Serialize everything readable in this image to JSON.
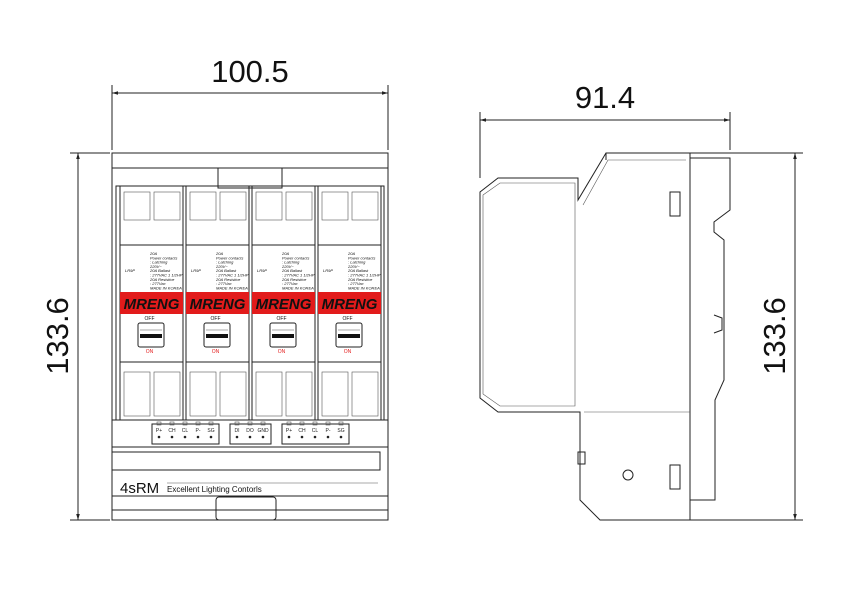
{
  "dimensions": {
    "front_width": "100.5",
    "side_depth": "91.4",
    "front_height": "133.6",
    "side_height": "133.6"
  },
  "relay": {
    "model": "LR9P",
    "brand": "MRENG",
    "spec_lines": [
      "20A",
      "Power contacts",
      ": Latching",
      "220V~",
      "20A Ballast",
      ": 277VAC 1 1/2HP",
      "20A Resistive",
      ": 277Vac",
      "MADE IN KOREA"
    ],
    "off_label": "OFF",
    "on_label": "ON",
    "count": 4
  },
  "connectors": [
    {
      "pins": [
        "P+",
        "CH",
        "CL",
        "P-",
        "SG"
      ]
    },
    {
      "pins": [
        "DI",
        "DO",
        "GND"
      ]
    },
    {
      "pins": [
        "P+",
        "CH",
        "CL",
        "P-",
        "SG"
      ]
    }
  ],
  "product": {
    "name": "4sRM",
    "tagline": "Excellent Lighting Contorls"
  },
  "colors": {
    "band": "#e21b1b",
    "on_text": "#e21b1b",
    "line": "#222222"
  }
}
